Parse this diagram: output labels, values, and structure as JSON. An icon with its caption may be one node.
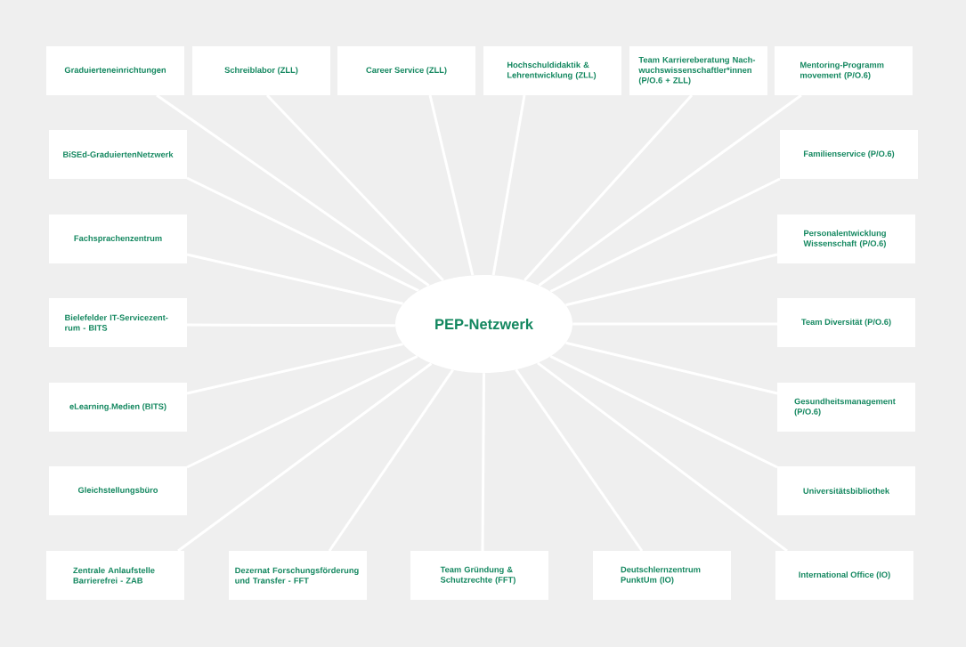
{
  "diagram": {
    "nodes": [
      {
        "text": [
          "Graduierteneinrichtungen"
        ]
      },
      {
        "text": [
          "Schreiblabor (ZLL)"
        ]
      },
      {
        "text": [
          "Career Service (ZLL)"
        ]
      },
      {
        "text": [
          "Hochschuldidaktik & Lehrentwicklung (ZLL)"
        ]
      },
      {
        "text": [
          "Team Karriereberatung Nach- wuchswissenschaftler*innen (P/O.6 + ZLL)"
        ]
      },
      {
        "text": [
          "Mentoring-Programm movement (P/O.6)"
        ]
      },
      {
        "text": [
          "BiSEd-GraduiertenNetzwerk"
        ]
      },
      {
        "text": [
          "Familienservice (P/O.6)"
        ]
      },
      {
        "text": [
          "Fachsprachenzentrum"
        ]
      },
      {
        "text": [
          "Personalentwicklung Wissenschaft (P/O.6)"
        ]
      },
      {
        "text": [
          "Bielefelder IT-Servicezent- rum - BITS"
        ]
      },
      {
        "text": [
          "PEP-Netzwerk"
        ]
      },
      {
        "text": [
          "Team Diversität (P/O.6)"
        ]
      },
      {
        "text": [
          "eLearning.Medien (BITS)"
        ]
      },
      {
        "text": [
          "Gesundheitsmanagement (P/O.6)"
        ]
      },
      {
        "text": [
          "Gleichstellungsbüro"
        ]
      },
      {
        "text": [
          "Universitätsbibliothek"
        ]
      },
      {
        "text": [
          "Zentrale Anlaufstelle Barrierefrei - ZAB"
        ]
      },
      {
        "text": [
          "Dezernat Forschungsförderung und Transfer - FFT"
        ]
      },
      {
        "text": [
          "Team Gründung & Schutzrechte (FFT)"
        ]
      },
      {
        "text": [
          "Deutschlernzentrum PunktUm (IO)"
        ]
      },
      {
        "text": [
          "International Office (IO)"
        ]
      }
    ],
    "edges": [
      {
        "from": 11,
        "to": 0,
        "arrow": "none"
      },
      {
        "from": 11,
        "to": 1,
        "arrow": "none"
      },
      {
        "from": 11,
        "to": 2,
        "arrow": "none"
      },
      {
        "from": 11,
        "to": 3,
        "arrow": "none"
      },
      {
        "from": 11,
        "to": 4,
        "arrow": "none"
      },
      {
        "from": 11,
        "to": 5,
        "arrow": "none"
      },
      {
        "from": 11,
        "to": 6,
        "arrow": "none"
      },
      {
        "from": 11,
        "to": 7,
        "arrow": "none"
      },
      {
        "from": 11,
        "to": 8,
        "arrow": "none"
      },
      {
        "from": 11,
        "to": 9,
        "arrow": "none"
      },
      {
        "from": 11,
        "to": 10,
        "arrow": "none"
      },
      {
        "from": 11,
        "to": 12,
        "arrow": "none"
      },
      {
        "from": 11,
        "to": 13,
        "arrow": "none"
      },
      {
        "from": 11,
        "to": 14,
        "arrow": "none"
      },
      {
        "from": 11,
        "to": 15,
        "arrow": "none"
      },
      {
        "from": 11,
        "to": 16,
        "arrow": "none"
      },
      {
        "from": 11,
        "to": 17,
        "arrow": "none"
      },
      {
        "from": 11,
        "to": 18,
        "arrow": "none"
      },
      {
        "from": 11,
        "to": 19,
        "arrow": "none"
      },
      {
        "from": 11,
        "to": 20,
        "arrow": "none"
      },
      {
        "from": 11,
        "to": 21,
        "arrow": "none"
      }
    ]
  }
}
